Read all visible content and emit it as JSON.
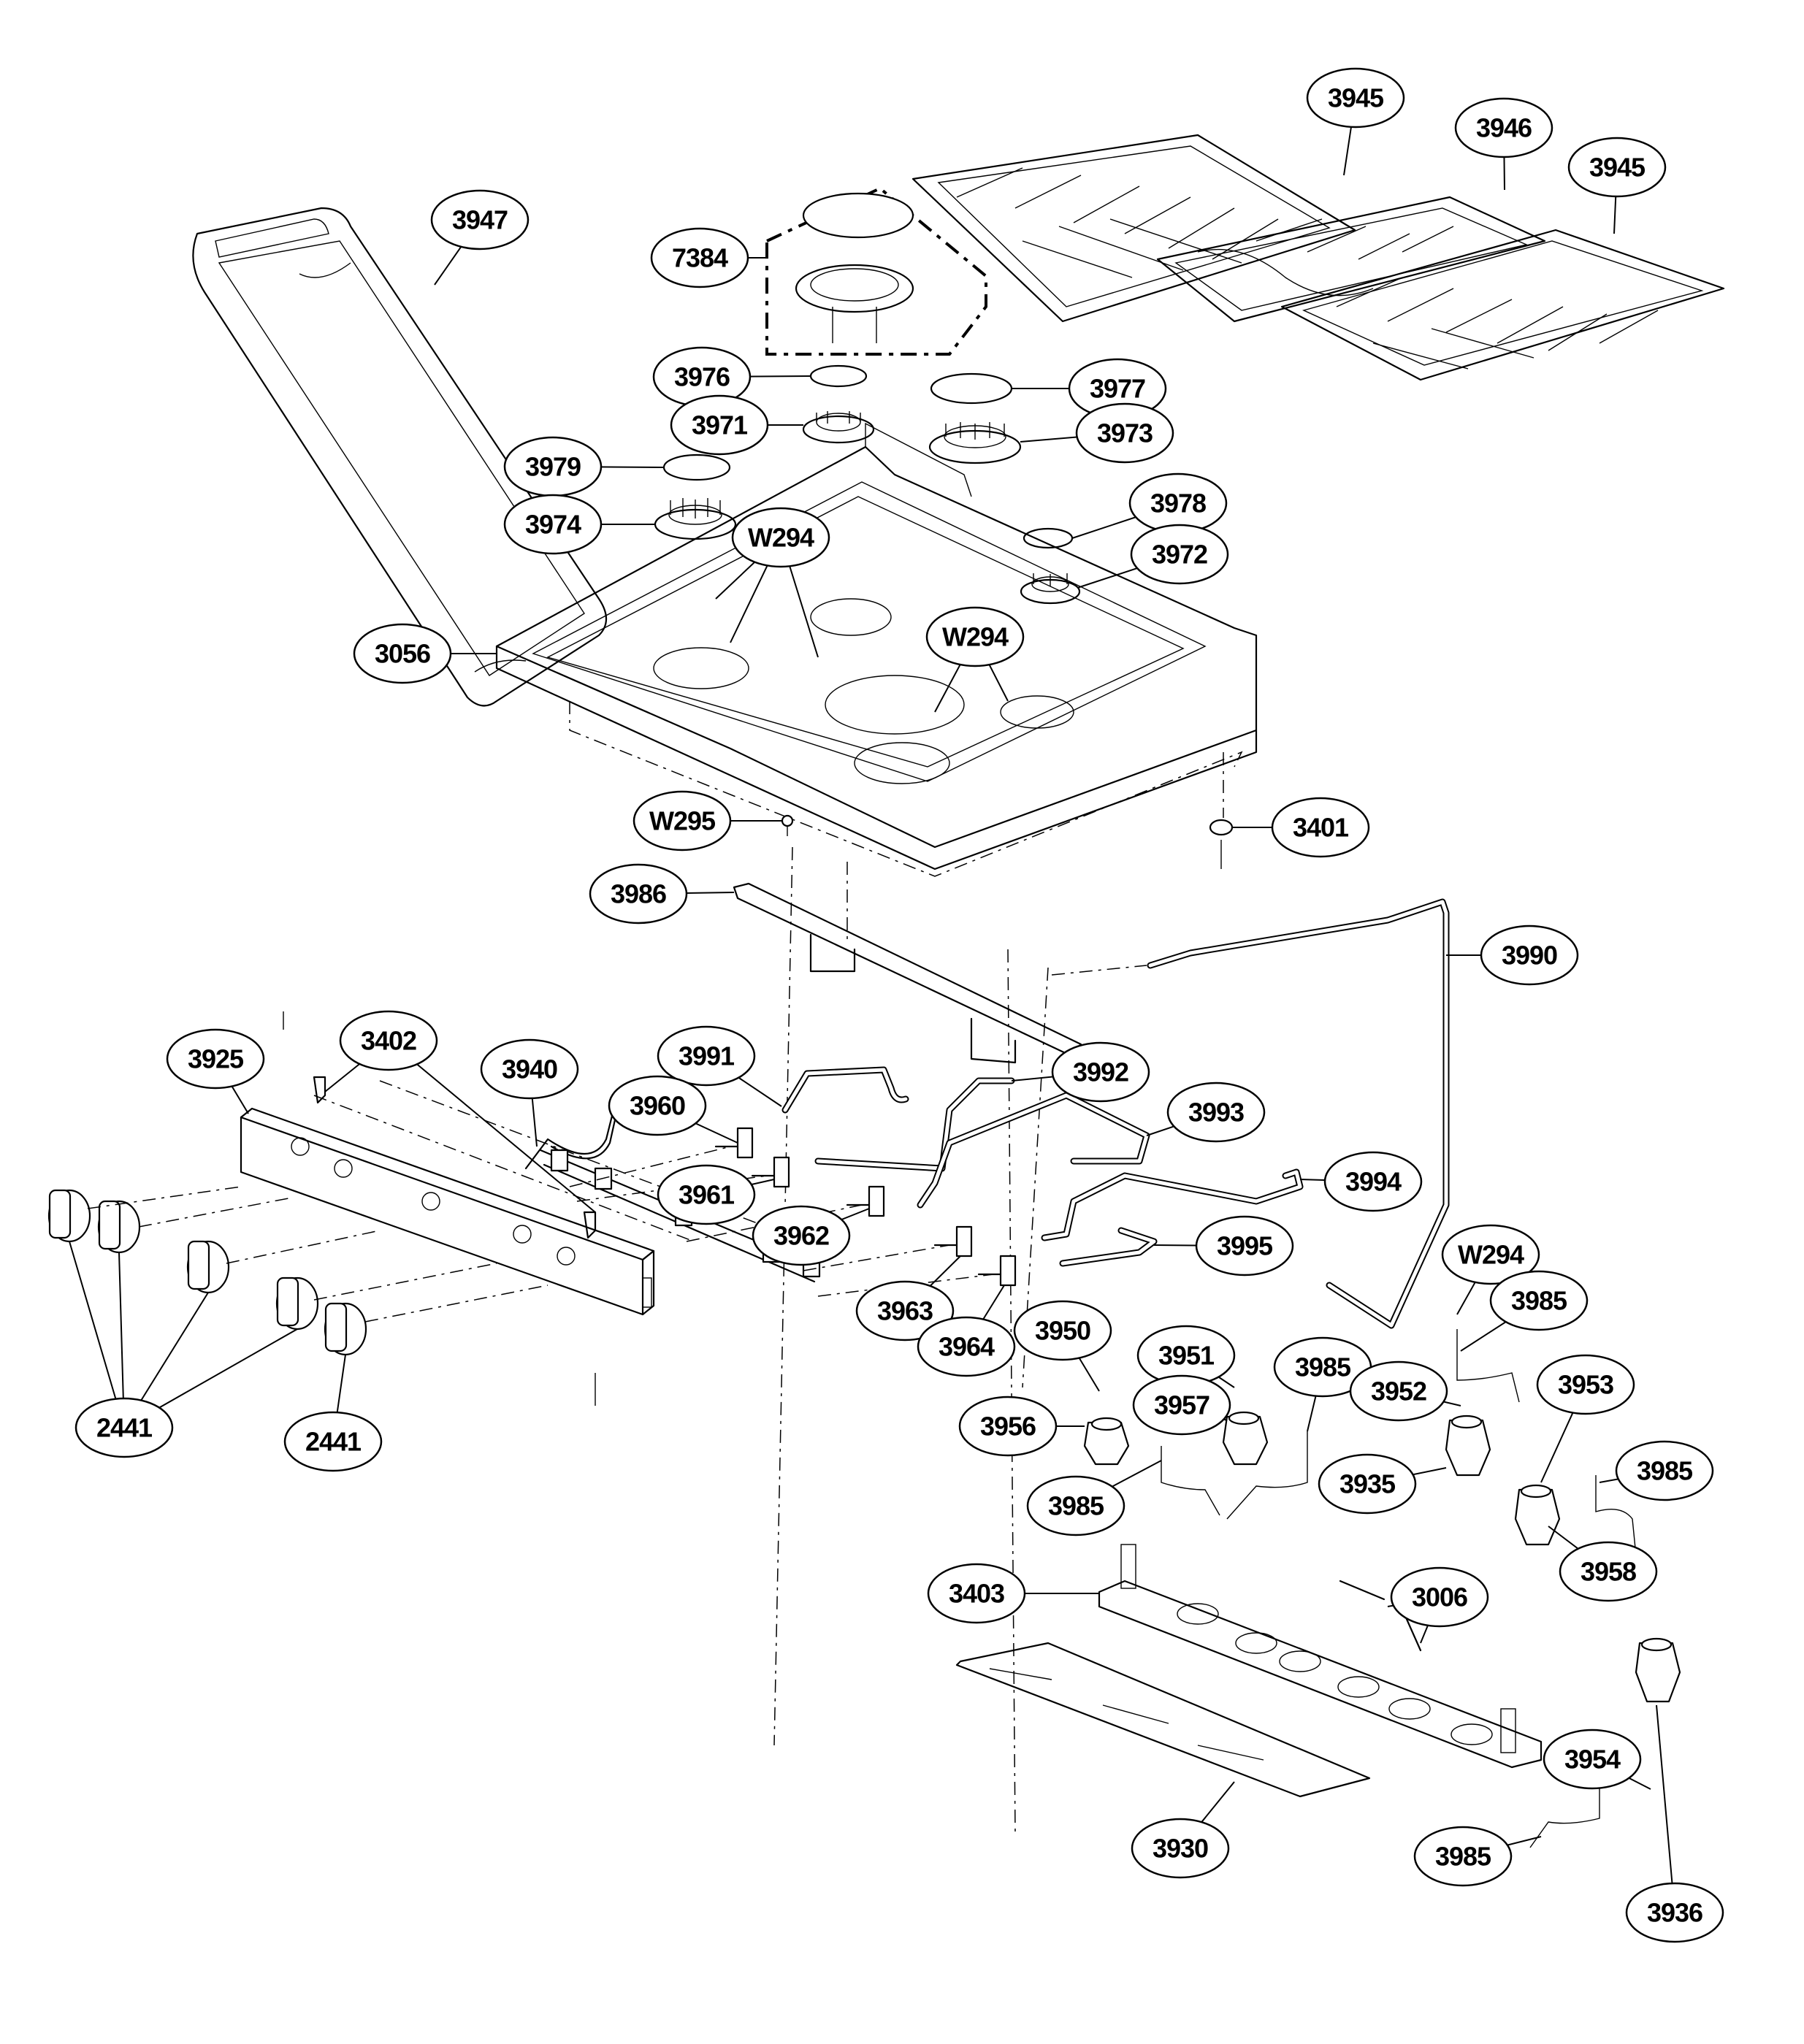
{
  "diagram": {
    "type": "exploded-parts-diagram",
    "subject": "Gas cooktop assembly",
    "callouts": [
      {
        "id": "c-3947",
        "label": "3947",
        "part": "griddle"
      },
      {
        "id": "c-7384",
        "label": "7384",
        "part": "oval-burner-assembly"
      },
      {
        "id": "c-3945a",
        "label": "3945",
        "part": "grate-left"
      },
      {
        "id": "c-3946",
        "label": "3946",
        "part": "grate-center"
      },
      {
        "id": "c-3945b",
        "label": "3945",
        "part": "grate-right"
      },
      {
        "id": "c-3976",
        "label": "3976",
        "part": "burner-cap"
      },
      {
        "id": "c-3977",
        "label": "3977",
        "part": "burner-cap"
      },
      {
        "id": "c-3971",
        "label": "3971",
        "part": "burner-head"
      },
      {
        "id": "c-3973",
        "label": "3973",
        "part": "burner-head"
      },
      {
        "id": "c-3979",
        "label": "3979",
        "part": "burner-cap"
      },
      {
        "id": "c-3978",
        "label": "3978",
        "part": "burner-cap"
      },
      {
        "id": "c-3974",
        "label": "3974",
        "part": "burner-head"
      },
      {
        "id": "c-w294a",
        "label": "W294",
        "part": "screw"
      },
      {
        "id": "c-3972",
        "label": "3972",
        "part": "burner-head"
      },
      {
        "id": "c-3056",
        "label": "3056",
        "part": "cooktop"
      },
      {
        "id": "c-w294b",
        "label": "W294",
        "part": "screw"
      },
      {
        "id": "c-w295",
        "label": "W295",
        "part": "screw"
      },
      {
        "id": "c-3401",
        "label": "3401",
        "part": "leveling-leg"
      },
      {
        "id": "c-3986",
        "label": "3986",
        "part": "bracket"
      },
      {
        "id": "c-3990",
        "label": "3990",
        "part": "gas-tube"
      },
      {
        "id": "c-3925",
        "label": "3925",
        "part": "control-panel"
      },
      {
        "id": "c-3402",
        "label": "3402",
        "part": "clip"
      },
      {
        "id": "c-3940",
        "label": "3940",
        "part": "harness"
      },
      {
        "id": "c-3991",
        "label": "3991",
        "part": "gas-tube"
      },
      {
        "id": "c-3992",
        "label": "3992",
        "part": "gas-tube"
      },
      {
        "id": "c-3960",
        "label": "3960",
        "part": "valve"
      },
      {
        "id": "c-3993",
        "label": "3993",
        "part": "gas-tube"
      },
      {
        "id": "c-3961",
        "label": "3961",
        "part": "valve"
      },
      {
        "id": "c-3994",
        "label": "3994",
        "part": "gas-tube"
      },
      {
        "id": "c-3962",
        "label": "3962",
        "part": "valve"
      },
      {
        "id": "c-3995",
        "label": "3995",
        "part": "gas-tube"
      },
      {
        "id": "c-w294c",
        "label": "W294",
        "part": "screw"
      },
      {
        "id": "c-3985a",
        "label": "3985",
        "part": "electrode"
      },
      {
        "id": "c-3963",
        "label": "3963",
        "part": "valve"
      },
      {
        "id": "c-3950",
        "label": "3950",
        "part": "orifice"
      },
      {
        "id": "c-3964",
        "label": "3964",
        "part": "valve"
      },
      {
        "id": "c-3951",
        "label": "3951",
        "part": "orifice"
      },
      {
        "id": "c-3985b",
        "label": "3985",
        "part": "electrode"
      },
      {
        "id": "c-3952",
        "label": "3952",
        "part": "orifice"
      },
      {
        "id": "c-3953",
        "label": "3953",
        "part": "orifice"
      },
      {
        "id": "c-3956",
        "label": "3956",
        "part": "burner-base"
      },
      {
        "id": "c-3957",
        "label": "3957",
        "part": "burner-base"
      },
      {
        "id": "c-3935",
        "label": "3935",
        "part": "burner-base"
      },
      {
        "id": "c-3985c",
        "label": "3985",
        "part": "electrode"
      },
      {
        "id": "c-3985d",
        "label": "3985",
        "part": "electrode"
      },
      {
        "id": "c-3958",
        "label": "3958",
        "part": "burner-base"
      },
      {
        "id": "c-3403",
        "label": "3403",
        "part": "burner-box"
      },
      {
        "id": "c-3006",
        "label": "3006",
        "part": "strip"
      },
      {
        "id": "c-3954",
        "label": "3954",
        "part": "orifice"
      },
      {
        "id": "c-3930",
        "label": "3930",
        "part": "shield"
      },
      {
        "id": "c-3985e",
        "label": "3985",
        "part": "electrode"
      },
      {
        "id": "c-3936",
        "label": "3936",
        "part": "burner-base"
      },
      {
        "id": "c-2441a",
        "label": "2441",
        "part": "knob"
      },
      {
        "id": "c-2441b",
        "label": "2441",
        "part": "knob"
      }
    ]
  }
}
